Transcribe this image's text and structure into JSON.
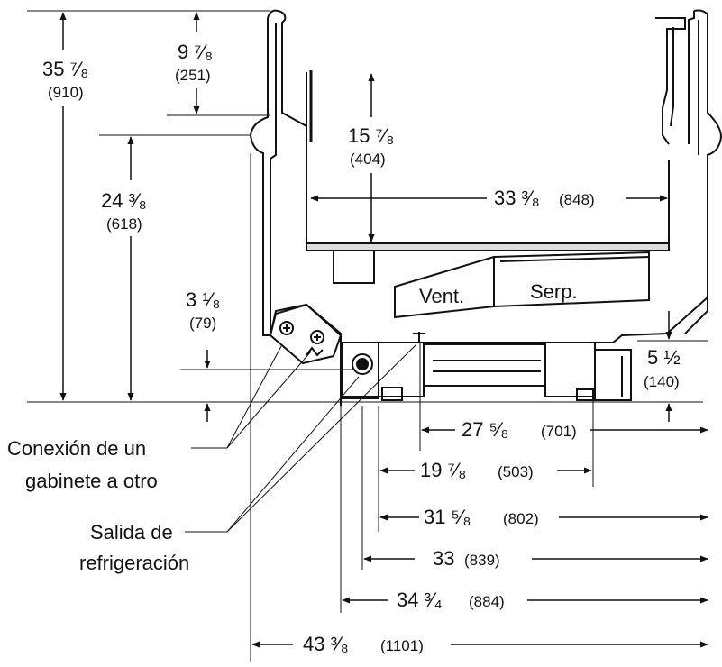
{
  "diagram": {
    "dims": {
      "h_910": {
        "main": "35 ⁷⁄₈",
        "mm": "(910)"
      },
      "h_251": {
        "main": "9 ⁷⁄₈",
        "mm": "(251)"
      },
      "h_618": {
        "main": "24 ³⁄₈",
        "mm": "(618)"
      },
      "h_404": {
        "main": "15 ⁷⁄₈",
        "mm": "(404)"
      },
      "w_848": {
        "main": "33 ³⁄₈",
        "mm": "(848)"
      },
      "h_79": {
        "main": "3 ¹⁄₈",
        "mm": "(79)"
      },
      "h_140": {
        "main": "5 ½",
        "mm": "(140)"
      },
      "w_701": {
        "main": "27 ⁵⁄₈",
        "mm": "(701)"
      },
      "w_503": {
        "main": "19 ⁷⁄₈",
        "mm": "(503)"
      },
      "w_802": {
        "main": "31 ⁵⁄₈",
        "mm": "(802)"
      },
      "w_839": {
        "main": "33",
        "mm": "(839)"
      },
      "w_884": {
        "main": "34 ³⁄₄",
        "mm": "(884)"
      },
      "w_1101": {
        "main": "43 ³⁄₈",
        "mm": "(1101)"
      }
    },
    "parts": {
      "vent": "Vent.",
      "serp": "Serp."
    },
    "notes": {
      "connection_line1": "Conexión de un",
      "connection_line2": "gabinete a otro",
      "refrig_line1": "Salida de",
      "refrig_line2": "refrigeración"
    }
  }
}
